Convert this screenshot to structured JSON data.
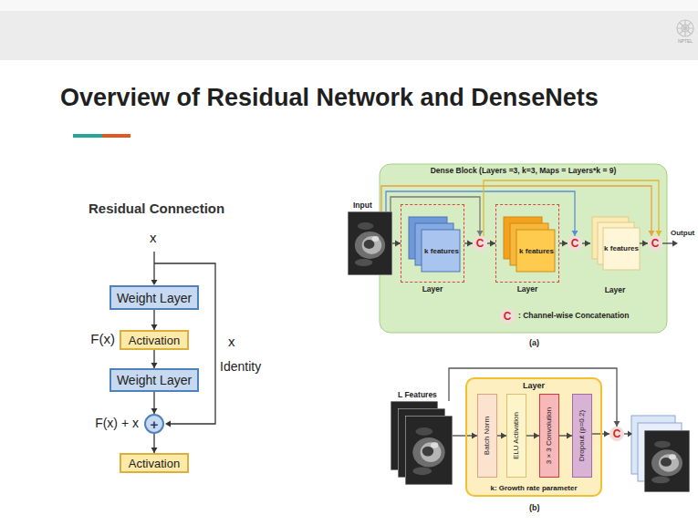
{
  "diagram": {
    "title": "Overview of Residual Network and DenseNets",
    "nodes": [
      {
        "text": [
          "Weight Layer"
        ]
      },
      {
        "text": [
          "Activation"
        ]
      },
      {
        "text": [
          "Weight Layer"
        ]
      },
      {
        "text": [
          "+"
        ]
      },
      {
        "text": [
          "Activation"
        ]
      },
      {
        "text": [
          "Input"
        ]
      },
      {
        "text": [
          "Dense Block (Layers =3, k=3, Maps = Layers*k = 9)"
        ]
      },
      {
        "text": [
          "k features",
          "Layer"
        ],
        "in": 6
      },
      {
        "text": [
          "C"
        ],
        "in": 6
      },
      {
        "text": [
          "k features",
          "Layer"
        ],
        "in": 6
      },
      {
        "text": [
          "C"
        ],
        "in": 6
      },
      {
        "text": [
          "k features",
          "Layer"
        ],
        "in": 6
      },
      {
        "text": [
          "C"
        ],
        "in": 6
      },
      {
        "text": [
          "L Features"
        ]
      },
      {
        "text": [
          "Layer",
          "k: Growth rate parameter"
        ]
      },
      {
        "text": [
          "Batch Norm"
        ],
        "in": 14
      },
      {
        "text": [
          "ELU Activation"
        ],
        "in": 14
      },
      {
        "text": [
          "3 × 3 Convolution"
        ],
        "in": 14
      },
      {
        "text": [
          "Dropout (p=0.2)"
        ],
        "in": 14
      },
      {
        "text": [
          "C"
        ]
      }
    ],
    "edges": [
      {
        "from": 0,
        "to": 1,
        "arrow": "to"
      },
      {
        "from": 1,
        "to": 2,
        "arrow": "to"
      },
      {
        "from": 2,
        "to": 3,
        "arrow": "to"
      },
      {
        "from": 3,
        "to": 4,
        "arrow": "to"
      },
      {
        "from": 5,
        "to": 7,
        "arrow": "to"
      },
      {
        "from": 7,
        "to": 8,
        "arrow": "to"
      },
      {
        "from": 8,
        "to": 9,
        "arrow": "to"
      },
      {
        "from": 9,
        "to": 10,
        "arrow": "to"
      },
      {
        "from": 10,
        "to": 11,
        "arrow": "to"
      },
      {
        "from": 11,
        "to": 12,
        "arrow": "to"
      },
      {
        "from": 5,
        "to": 8,
        "arrow": "to"
      },
      {
        "from": 5,
        "to": 10,
        "arrow": "to"
      },
      {
        "from": 5,
        "to": 12,
        "arrow": "to"
      },
      {
        "from": 8,
        "to": 12,
        "arrow": "to"
      },
      {
        "from": 13,
        "to": 15,
        "arrow": "to"
      },
      {
        "from": 15,
        "to": 16,
        "arrow": "to"
      },
      {
        "from": 16,
        "to": 17,
        "arrow": "to"
      },
      {
        "from": 17,
        "to": 18,
        "arrow": "to"
      },
      {
        "from": 18,
        "to": 19,
        "arrow": "to"
      },
      {
        "from": 13,
        "to": 19,
        "arrow": "to"
      }
    ],
    "labels": [
      "Residual Connection",
      "x",
      "F(x)",
      "x",
      "Identity",
      "F(x) + x",
      "(a)",
      "(b)",
      "C",
      ": Channel-wise Concatenation",
      "Output",
      "NPTEL"
    ]
  }
}
